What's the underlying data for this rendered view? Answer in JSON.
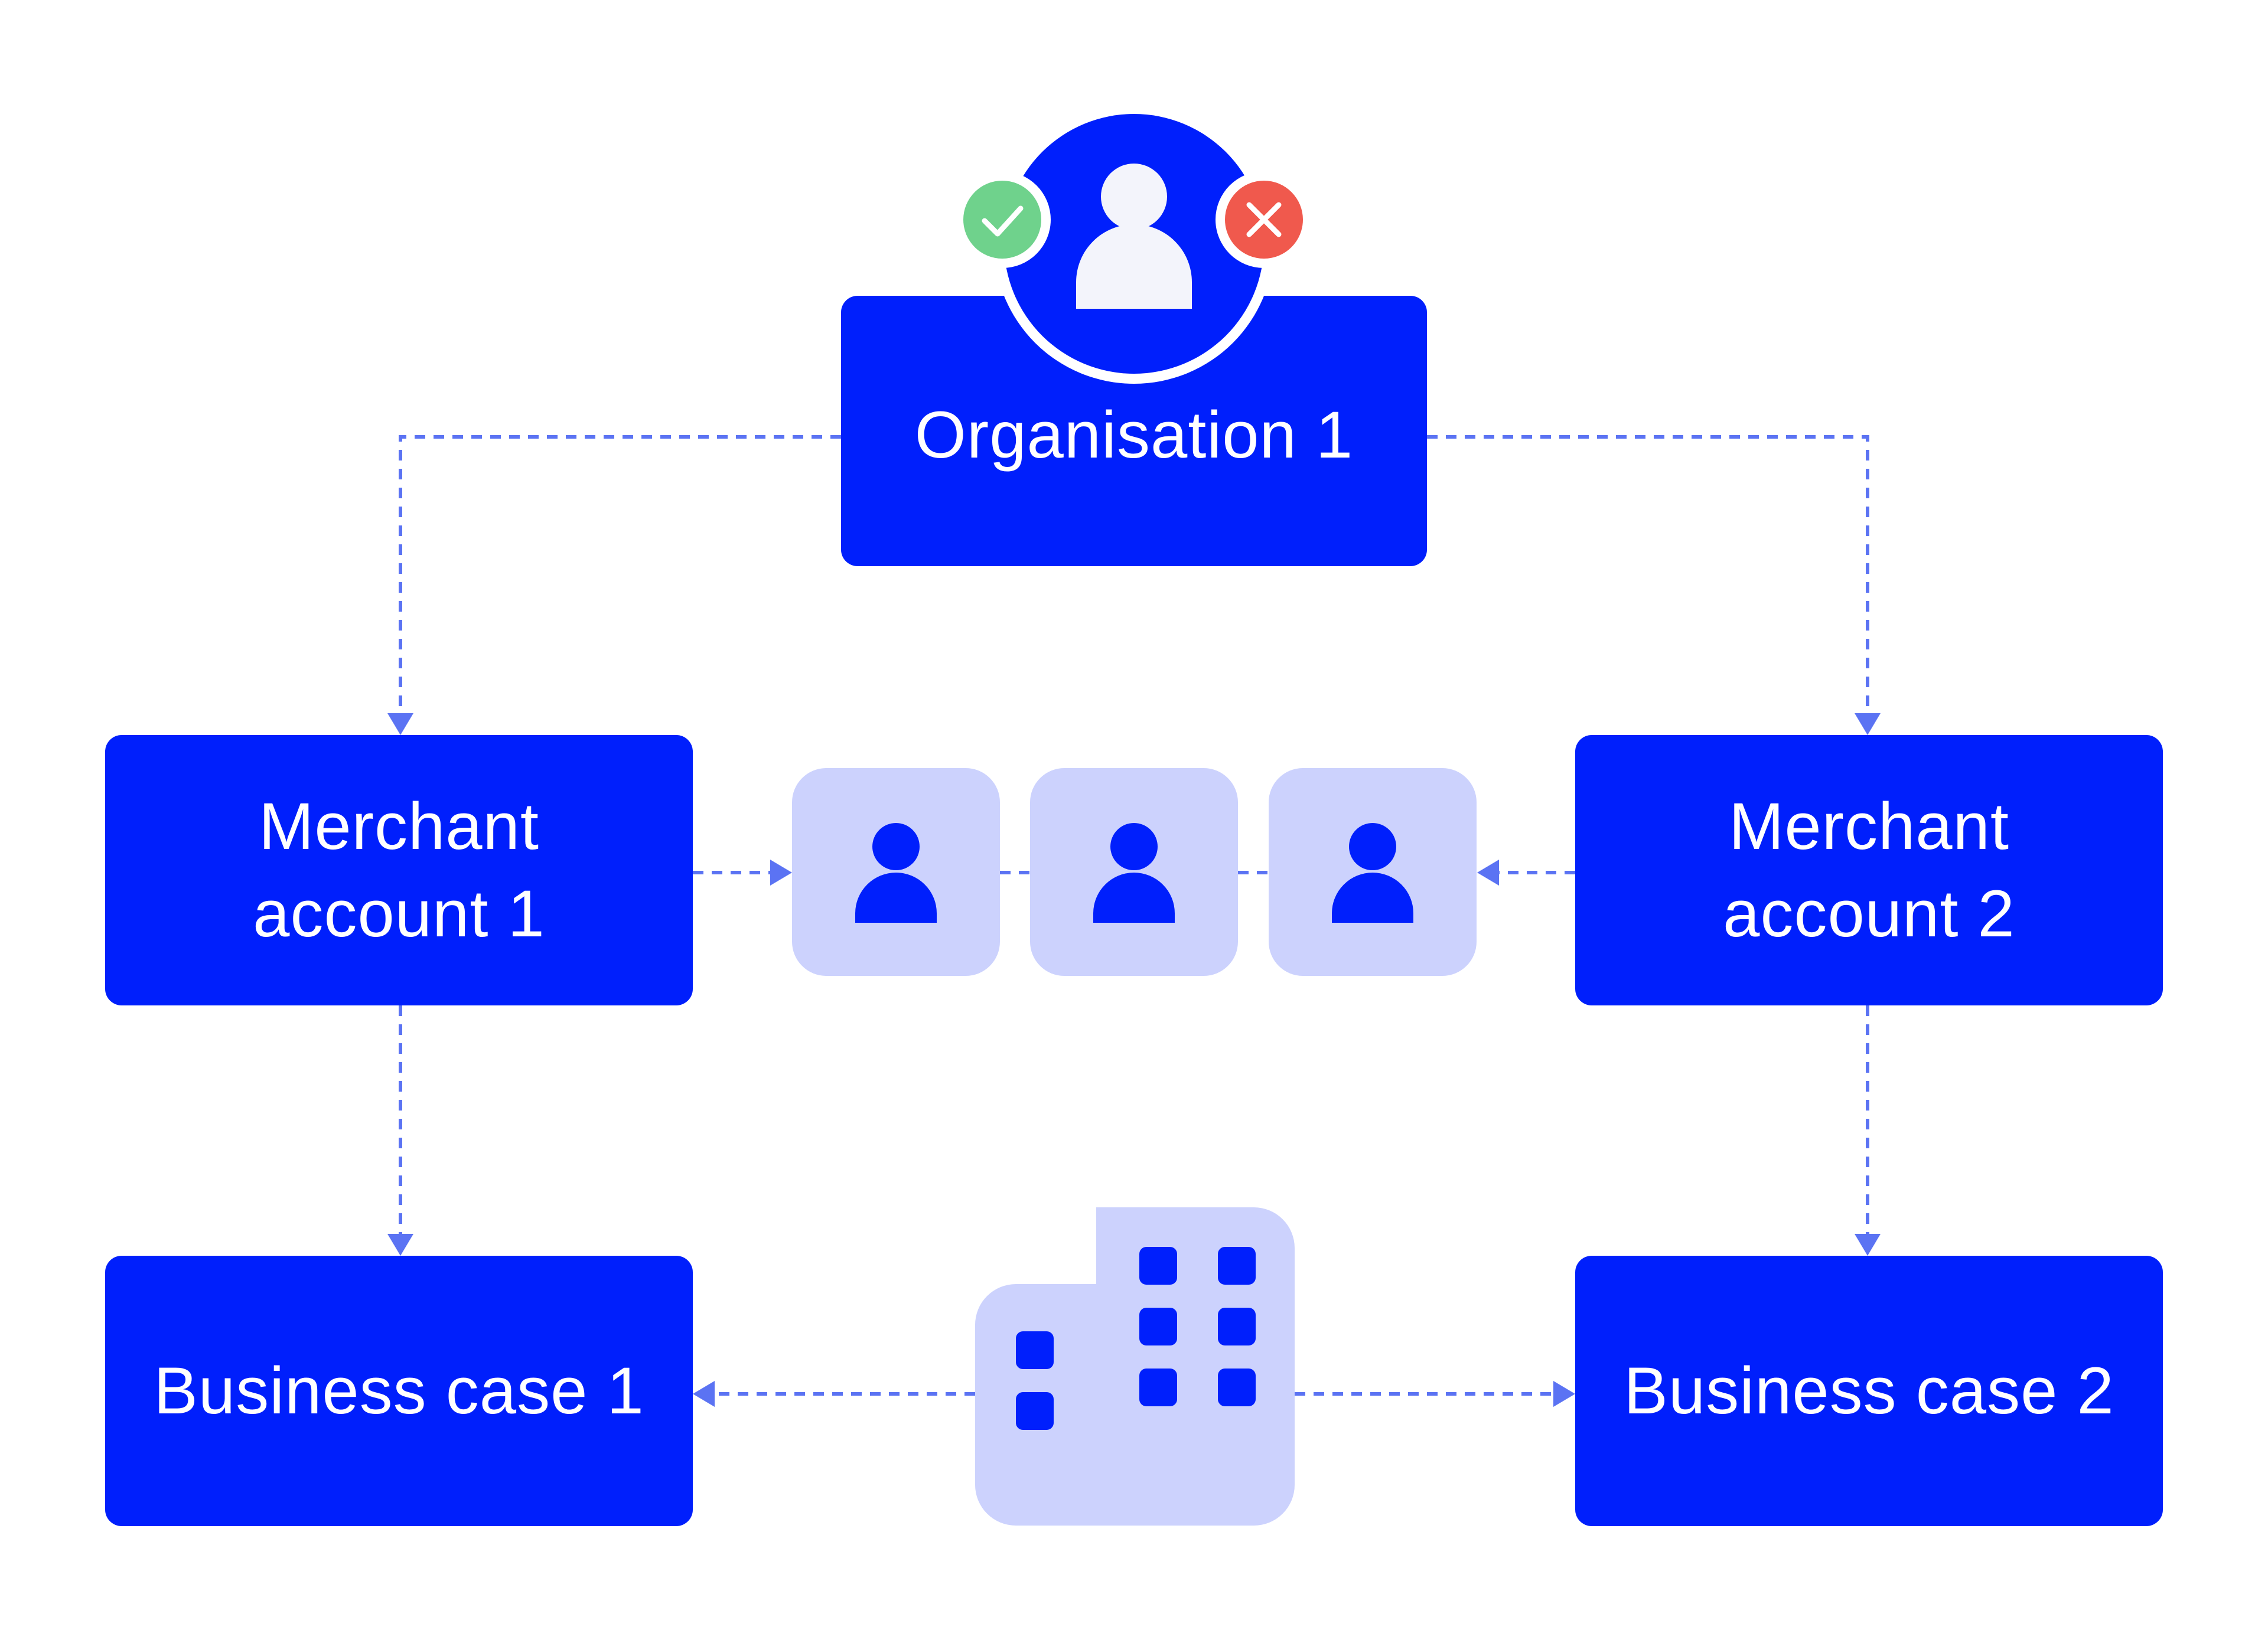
{
  "diagram": {
    "title": "Organisation and merchant account structure",
    "nodes": {
      "organisation": {
        "label": "Organisation 1"
      },
      "merchant_account_1": {
        "label": "Merchant\naccount 1"
      },
      "merchant_account_2": {
        "label": "Merchant\naccount 2"
      },
      "business_case_1": {
        "label": "Business case 1"
      },
      "business_case_2": {
        "label": "Business case 2"
      }
    },
    "icons": {
      "org_avatar": "user-icon",
      "approve": "check-icon",
      "reject": "close-icon",
      "shared_users": [
        "user-icon",
        "user-icon",
        "user-icon"
      ],
      "company": "building-icon"
    },
    "edges": [
      {
        "from": "Organisation 1",
        "to": "Merchant account 1",
        "style": "dashed-arrow"
      },
      {
        "from": "Organisation 1",
        "to": "Merchant account 2",
        "style": "dashed-arrow"
      },
      {
        "from": "Merchant account 1",
        "to": "Business case 1",
        "style": "dashed-arrow"
      },
      {
        "from": "Merchant account 2",
        "to": "Business case 2",
        "style": "dashed-arrow"
      },
      {
        "from": "Merchant account 1",
        "to": "Users",
        "style": "dashed-arrow"
      },
      {
        "from": "Merchant account 2",
        "to": "Users",
        "style": "dashed-arrow"
      },
      {
        "from": "Company",
        "to": "Business case 1",
        "style": "dashed-arrow"
      },
      {
        "from": "Company",
        "to": "Business case 2",
        "style": "dashed-arrow"
      }
    ],
    "colors": {
      "primary": "#001ffc",
      "tile": "#ccd2fd",
      "connector": "#5b73f3",
      "icon_light": "#f3f4fb",
      "approve": "#6fd28c",
      "reject": "#f0594d"
    }
  }
}
